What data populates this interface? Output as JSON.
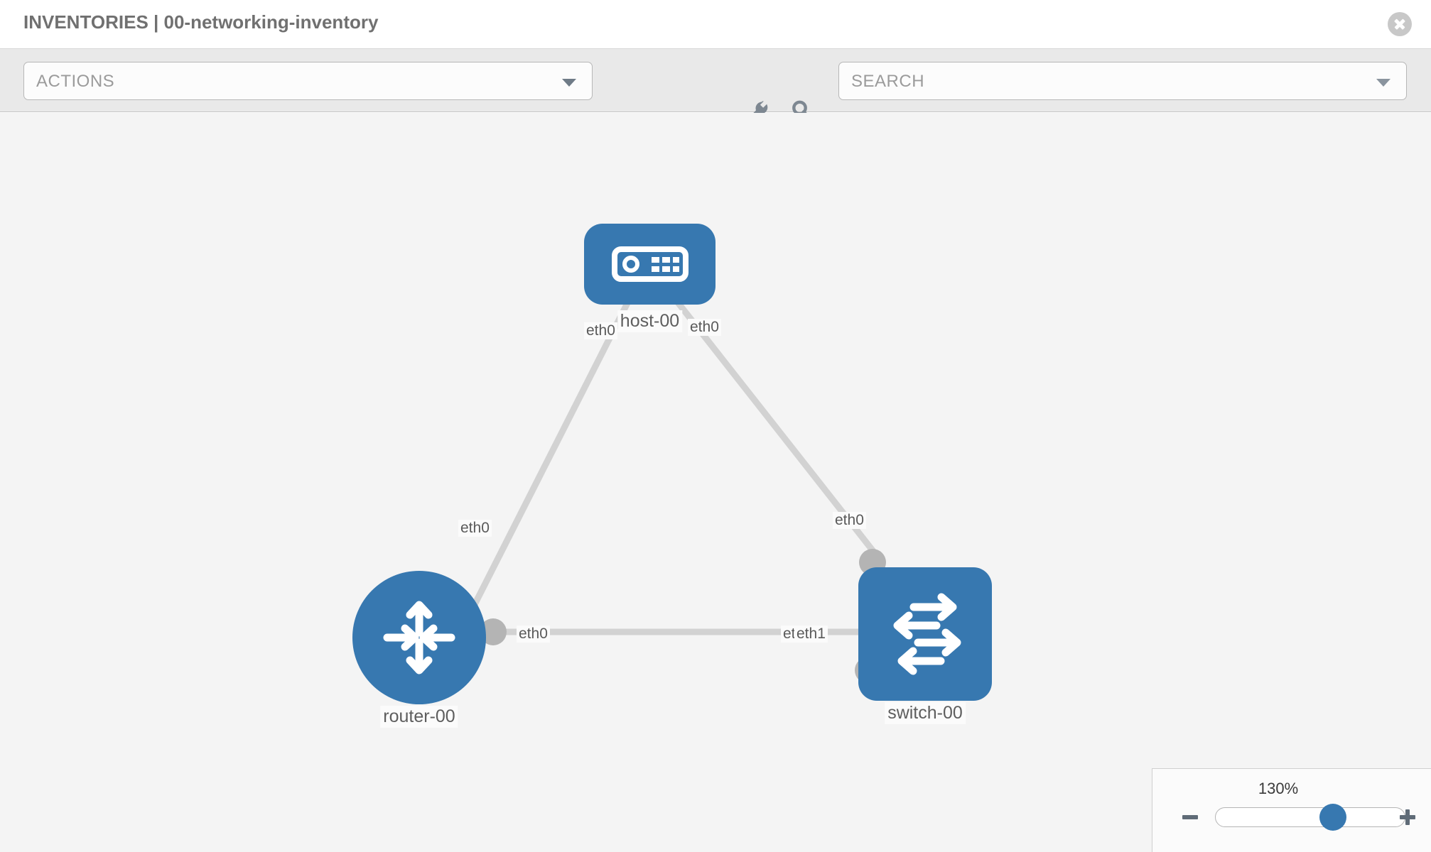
{
  "header": {
    "title": "INVENTORIES | 00-networking-inventory",
    "close_icon": "close-circle-icon"
  },
  "toolbar": {
    "actions_label": "ACTIONS",
    "actions_caret_icon": "chevron-down-icon",
    "wrench_icon": "wrench-icon",
    "key_icon": "key-icon",
    "search_placeholder": "SEARCH",
    "search_value": "",
    "search_caret_icon": "chevron-down-icon"
  },
  "topology": {
    "nodes": [
      {
        "id": "host-00",
        "label": "host-00",
        "icon": "server-icon",
        "shape": "rounded-square",
        "color": "#3778b0"
      },
      {
        "id": "router-00",
        "label": "router-00",
        "icon": "router-arrows-icon",
        "shape": "circle",
        "color": "#3778b0"
      },
      {
        "id": "switch-00",
        "label": "switch-00",
        "icon": "switch-arrows-icon",
        "shape": "rounded-square",
        "color": "#3778b0"
      }
    ],
    "links": [
      {
        "from": "host-00",
        "to": "router-00",
        "from_label": "eth0",
        "to_label": "eth0"
      },
      {
        "from": "host-00",
        "to": "switch-00",
        "from_label": "eth0",
        "to_label": "eth0"
      },
      {
        "from": "router-00",
        "to": "switch-00",
        "from_label": "eth0",
        "to_label_a": "eth0",
        "to_label_b": "eth1"
      }
    ],
    "labels": {
      "host_left_eth": "eth0",
      "host_right_eth": "eth0",
      "router_up_eth": "eth0",
      "switch_up_eth": "eth0",
      "router_right_eth": "eth0",
      "switch_left_eth_hidden": "eth0",
      "switch_left_eth": "eth1"
    }
  },
  "zoom_control": {
    "value_label": "130%",
    "minus_icon": "minus-icon",
    "plus_icon": "plus-icon",
    "slider_percent": 62
  }
}
